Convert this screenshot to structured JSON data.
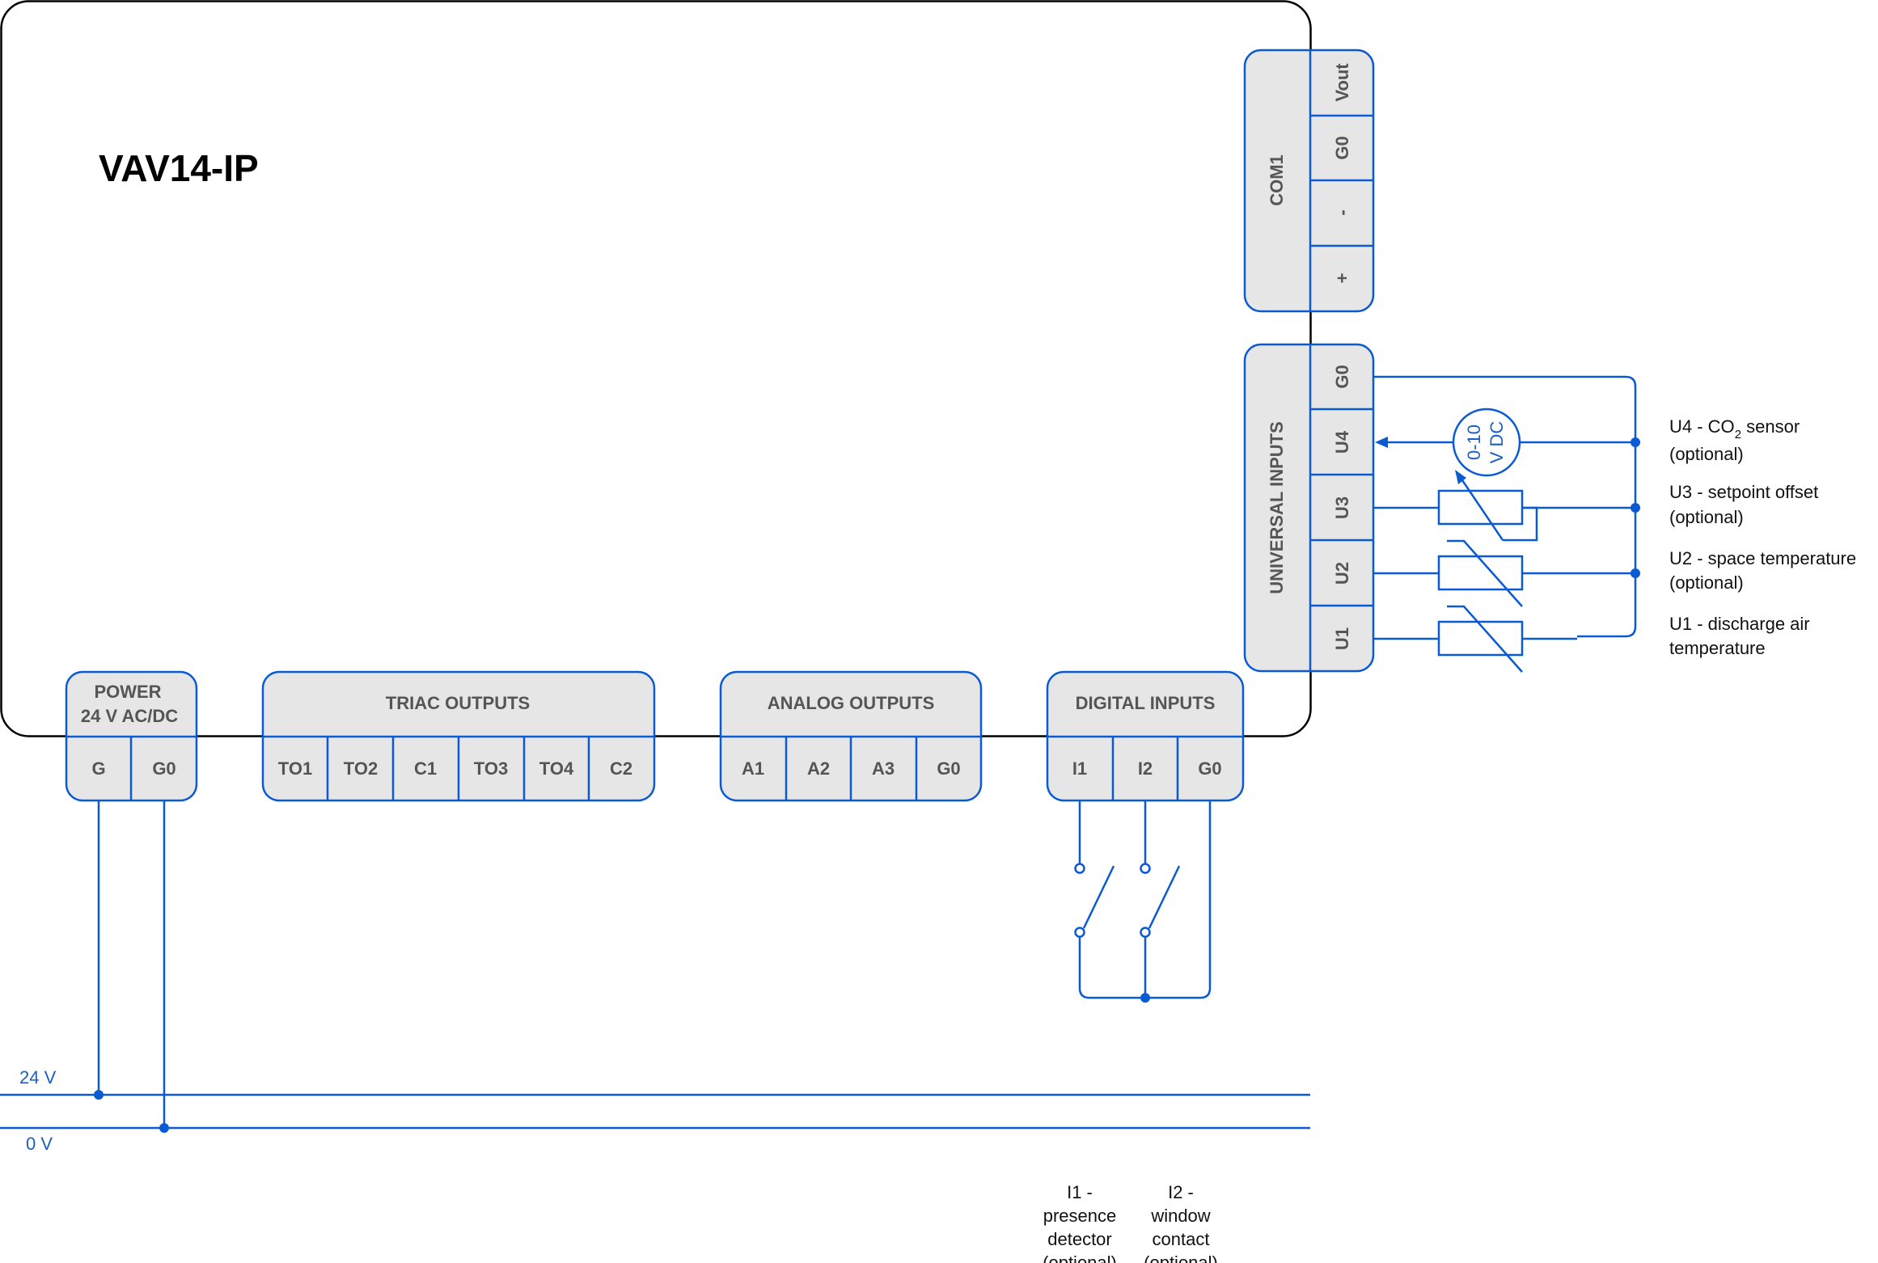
{
  "device": {
    "title": "VAV14-IP"
  },
  "colors": {
    "wire": "#0a5ad4",
    "block_fill": "#e6e6e6",
    "text": "#111111",
    "header_text": "#555555",
    "rail_label": "#1a5fc4"
  },
  "com1": {
    "header": "COM1",
    "pins": [
      "Vout",
      "G0",
      "-",
      "+"
    ]
  },
  "universal_inputs": {
    "header": "UNIVERSAL INPUTS",
    "pins": [
      "G0",
      "U4",
      "U3",
      "U2",
      "U1"
    ]
  },
  "power": {
    "header_line1": "POWER",
    "header_line2": "24 V AC/DC",
    "pins": [
      "G",
      "G0"
    ]
  },
  "triac_outputs": {
    "header": "TRIAC OUTPUTS",
    "pins": [
      "TO1",
      "TO2",
      "C1",
      "TO3",
      "TO4",
      "C2"
    ]
  },
  "analog_outputs": {
    "header": "ANALOG OUTPUTS",
    "pins": [
      "A1",
      "A2",
      "A3",
      "G0"
    ]
  },
  "digital_inputs": {
    "header": "DIGITAL INPUTS",
    "pins": [
      "I1",
      "I2",
      "G0"
    ]
  },
  "rails": {
    "rail_24v": "24 V",
    "rail_0v": "0 V"
  },
  "sensor_meter": {
    "line1": "0-10",
    "line2": "V DC"
  },
  "sensors": {
    "u4": {
      "line1_prefix": "U4 - CO",
      "line1_sub": "2",
      "line1_suffix": " sensor",
      "line2": "(optional)"
    },
    "u3": {
      "line1": "U3 - setpoint offset",
      "line2": "(optional)"
    },
    "u2": {
      "line1": "U2 - space temperature",
      "line2": "(optional)"
    },
    "u1": {
      "line1": "U1 - discharge air",
      "line2": "temperature"
    }
  },
  "digital_input_labels": {
    "i1": [
      "I1 -",
      "presence",
      "detector",
      "(optional)"
    ],
    "i2": [
      "I2 -",
      "window",
      "contact",
      "(optional)"
    ]
  }
}
